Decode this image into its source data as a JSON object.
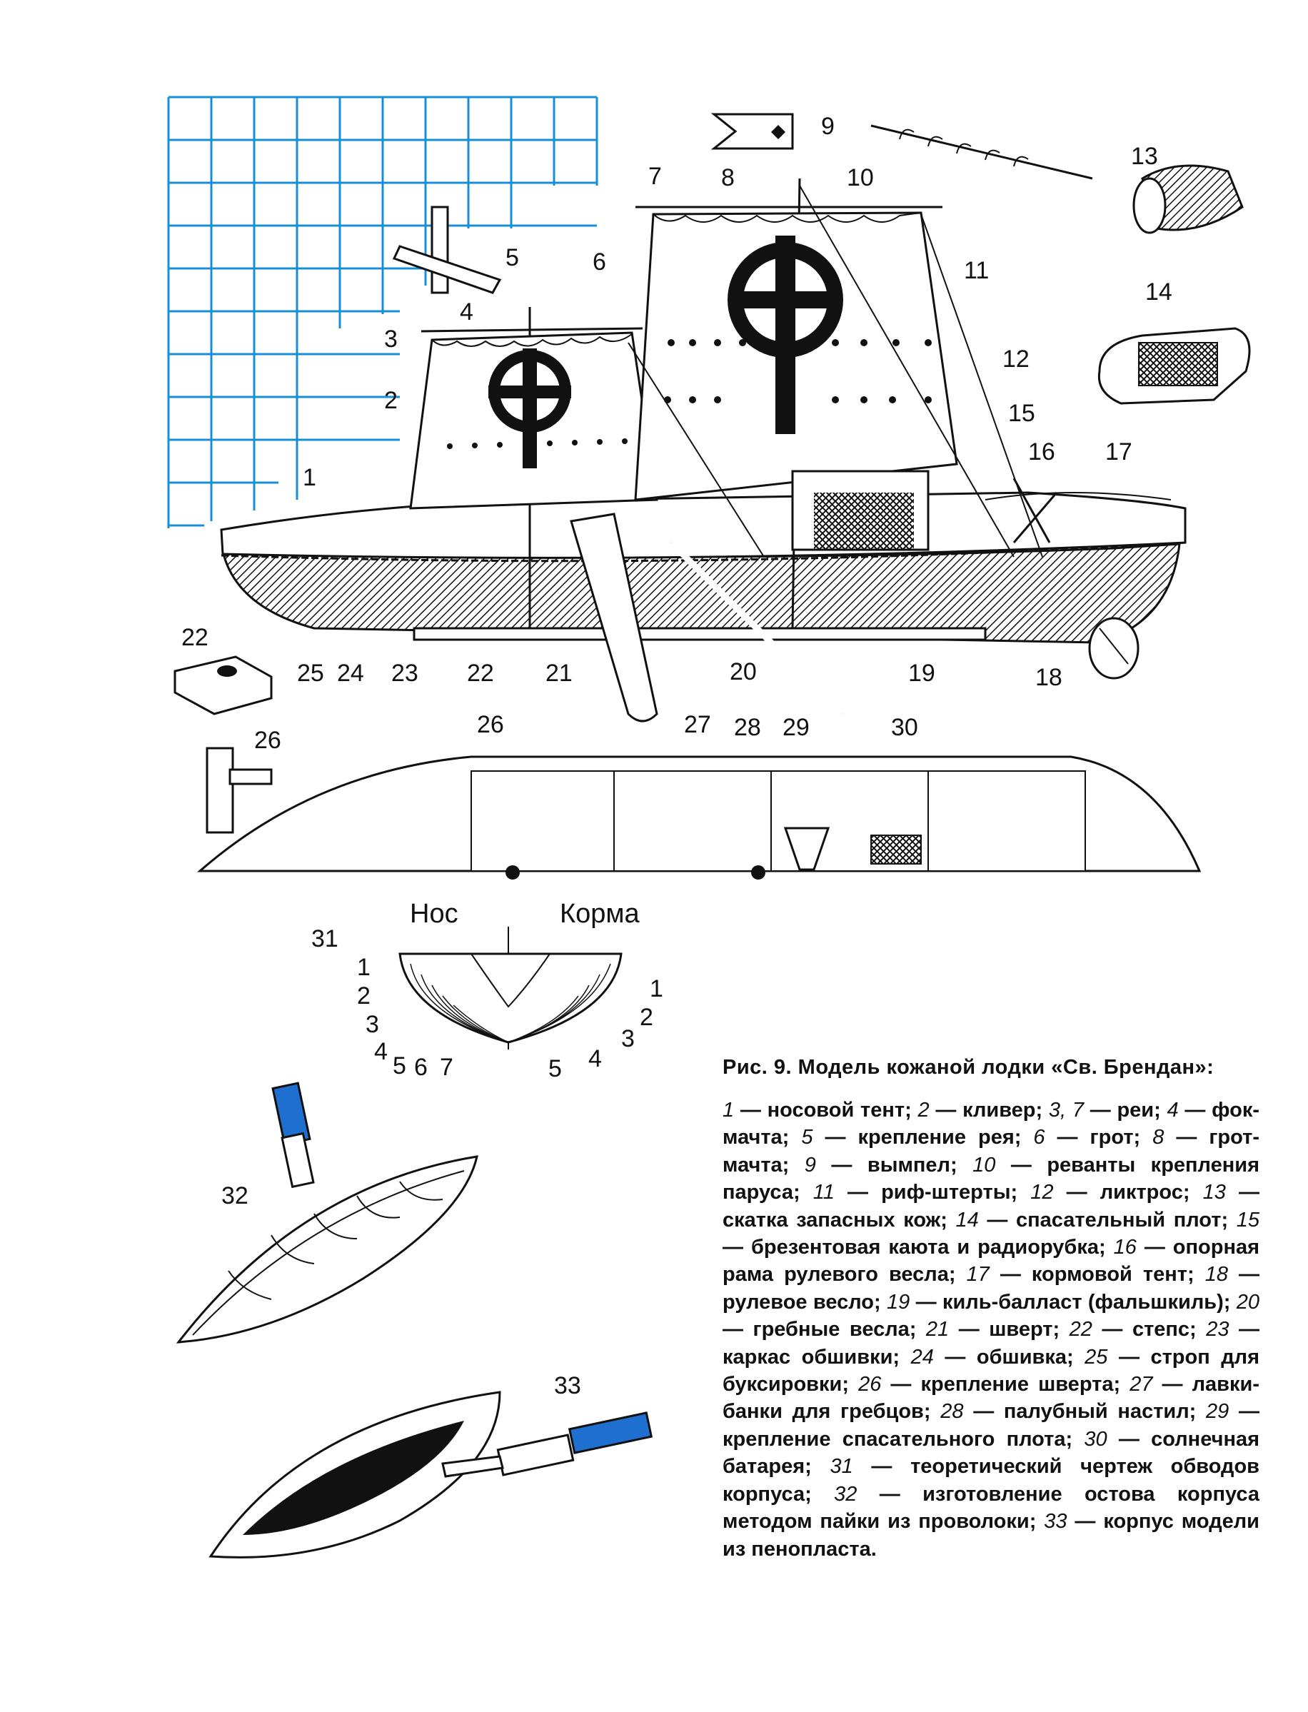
{
  "figure": {
    "caption_title": "Рис. 9. Модель кожаной лодки «Св. Брендан»:",
    "legend": [
      {
        "n": "1",
        "text": "носовой тент;"
      },
      {
        "n": "2",
        "text": "кливер;"
      },
      {
        "n": "3, 7",
        "text": "реи;"
      },
      {
        "n": "4",
        "text": "фок-мачта;"
      },
      {
        "n": "5",
        "text": "крепление рея;"
      },
      {
        "n": "6",
        "text": "грот;"
      },
      {
        "n": "8",
        "text": "грот-мачта;"
      },
      {
        "n": "9",
        "text": "вымпел;"
      },
      {
        "n": "10",
        "text": "реванты крепления паруса;"
      },
      {
        "n": "11",
        "text": "риф-штерты;"
      },
      {
        "n": "12",
        "text": "ликтрос;"
      },
      {
        "n": "13",
        "text": "скатка запасных кож;"
      },
      {
        "n": "14",
        "text": "спасательный плот;"
      },
      {
        "n": "15",
        "text": "брезентовая каюта и радиорубка;"
      },
      {
        "n": "16",
        "text": "опорная рама рулевого весла;"
      },
      {
        "n": "17",
        "text": "кормовой тент;"
      },
      {
        "n": "18",
        "text": "рулевое весло;"
      },
      {
        "n": "19",
        "text": "киль-балласт (фальшкиль);"
      },
      {
        "n": "20",
        "text": "гребные весла;"
      },
      {
        "n": "21",
        "text": "шверт;"
      },
      {
        "n": "22",
        "text": "степс;"
      },
      {
        "n": "23",
        "text": "каркас обшивки;"
      },
      {
        "n": "24",
        "text": "обшивка;"
      },
      {
        "n": "25",
        "text": "строп для буксировки;"
      },
      {
        "n": "26",
        "text": "крепление шверта;"
      },
      {
        "n": "27",
        "text": "лавки-банки для гребцов;"
      },
      {
        "n": "28",
        "text": "палубный настил;"
      },
      {
        "n": "29",
        "text": "крепление спасательного плота;"
      },
      {
        "n": "30",
        "text": "солнечная батарея;"
      },
      {
        "n": "31",
        "text": "теоретический чертеж обводов корпуса;"
      },
      {
        "n": "32",
        "text": "изготовление остова корпуса методом пайки из проволоки;"
      },
      {
        "n": "33",
        "text": "корпус модели из пенопласта."
      }
    ]
  },
  "labels": {
    "l1": "1",
    "l2": "2",
    "l3": "3",
    "l4": "4",
    "l5": "5",
    "l6": "6",
    "l7": "7",
    "l8": "8",
    "l9": "9",
    "l10": "10",
    "l11": "11",
    "l12": "12",
    "l13": "13",
    "l14": "14",
    "l15": "15",
    "l16": "16",
    "l17": "17",
    "l18": "18",
    "l19": "19",
    "l20": "20",
    "l21": "21",
    "l22a": "22",
    "l22b": "22",
    "l23": "23",
    "l24": "24",
    "l25": "25",
    "l26a": "26",
    "l26b": "26",
    "l27": "27",
    "l28": "28",
    "l29": "29",
    "l30": "30",
    "l31": "31",
    "l32": "32",
    "l33": "33"
  },
  "lines_plan": {
    "bow_label": "Нос",
    "stern_label": "Корма",
    "bow_numbers": [
      "1",
      "2",
      "3",
      "4",
      "5",
      "6",
      "7"
    ],
    "stern_numbers": [
      "1",
      "2",
      "3",
      "4",
      "5"
    ]
  },
  "colors": {
    "grid": "#1a8fd6",
    "ink": "#111111",
    "tool_blue": "#1f6fd1"
  }
}
